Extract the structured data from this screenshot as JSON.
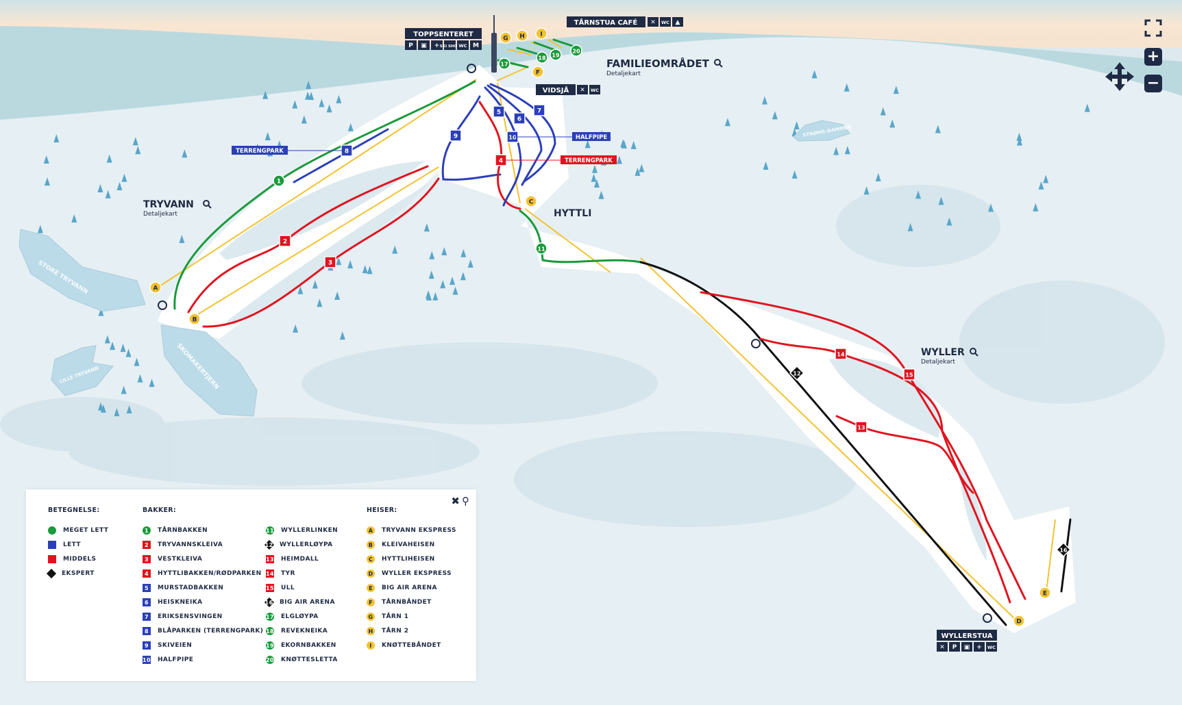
{
  "colors": {
    "green": "#1a9a3b",
    "blue": "#2b3fb8",
    "red": "#e0141f",
    "black": "#111111",
    "lift": "#f2c230",
    "navy": "#1f2a44"
  },
  "places": {
    "toppsenteret": {
      "name": "TOPPSENTERET",
      "icons": [
        "P",
        "bus",
        "+",
        "SKI SHOP",
        "WC",
        "M"
      ]
    },
    "tarnstua": {
      "name": "TÅRNSTUA CAFÉ",
      "icons": [
        "restaurant",
        "WC",
        "tent"
      ]
    },
    "vidsja": {
      "name": "VIDSJÅ",
      "icons": [
        "restaurant",
        "WC"
      ]
    },
    "familieomradet": {
      "name": "FAMILIEOMRÅDET",
      "sub": "Detaljekart"
    },
    "tryvann": {
      "name": "TRYVANN",
      "sub": "Detaljekart"
    },
    "hyttli": {
      "name": "HYTTLI"
    },
    "wyller": {
      "name": "WYLLER",
      "sub": "Detaljekart"
    },
    "wyllerstua": {
      "name": "WYLLERSTUA",
      "icons": [
        "restaurant",
        "P",
        "bus",
        "+",
        "WC"
      ]
    },
    "terrengpark_blue": "TERRENGPARK",
    "terrengpark_red": "TERRENGPARK",
    "halfpipe": "HALFPIPE"
  },
  "lakes": {
    "store_tryvann": "STORE TRYVANN",
    "skomakertjern": "SKOMAKERTJERN",
    "lille_tryvann": "LILLE TRYVANN",
    "stromsdammen": "STRØMS-DAMMEN"
  },
  "legend": {
    "difficulty_title": "BETEGNELSE:",
    "slopes_title": "BAKKER:",
    "lifts_title": "HEISER:",
    "difficulty": [
      {
        "label": "MEGET LETT",
        "level": "green"
      },
      {
        "label": "LETT",
        "level": "blue"
      },
      {
        "label": "MIDDELS",
        "level": "red"
      },
      {
        "label": "EKSPERT",
        "level": "black"
      }
    ],
    "slopes": [
      {
        "num": "1",
        "name": "TÅRNBAKKEN",
        "level": "green"
      },
      {
        "num": "2",
        "name": "TRYVANNSKLEIVA",
        "level": "red"
      },
      {
        "num": "3",
        "name": "VESTKLEIVA",
        "level": "red"
      },
      {
        "num": "4",
        "name": "HYTTLIBAKKEN/RØDPARKEN",
        "level": "red"
      },
      {
        "num": "5",
        "name": "MURSTADBAKKEN",
        "level": "blue"
      },
      {
        "num": "6",
        "name": "HEISKNEIKA",
        "level": "blue"
      },
      {
        "num": "7",
        "name": "ERIKSENSVINGEN",
        "level": "blue"
      },
      {
        "num": "8",
        "name": "BLÅPARKEN (TERRENGPARK)",
        "level": "blue"
      },
      {
        "num": "9",
        "name": "SKIVEIEN",
        "level": "blue"
      },
      {
        "num": "10",
        "name": "HALFPIPE",
        "level": "blue"
      },
      {
        "num": "11",
        "name": "WYLLERLINKEN",
        "level": "green"
      },
      {
        "num": "12",
        "name": "WYLLERLØYPA",
        "level": "black"
      },
      {
        "num": "13",
        "name": "HEIMDALL",
        "level": "red"
      },
      {
        "num": "14",
        "name": "TYR",
        "level": "red"
      },
      {
        "num": "15",
        "name": "ULL",
        "level": "red"
      },
      {
        "num": "16",
        "name": "BIG AIR ARENA",
        "level": "black"
      },
      {
        "num": "17",
        "name": "ELGLØYPA",
        "level": "green"
      },
      {
        "num": "18",
        "name": "REVEKNEIKA",
        "level": "green"
      },
      {
        "num": "19",
        "name": "EKORNBAKKEN",
        "level": "green"
      },
      {
        "num": "20",
        "name": "KNØTTESLETTA",
        "level": "green"
      }
    ],
    "lifts": [
      {
        "letter": "A",
        "name": "TRYVANN EKSPRESS"
      },
      {
        "letter": "B",
        "name": "KLEIVAHEISEN"
      },
      {
        "letter": "C",
        "name": "HYTTLIHEISEN"
      },
      {
        "letter": "D",
        "name": "WYLLER EKSPRESS"
      },
      {
        "letter": "E",
        "name": "BIG AIR ARENA"
      },
      {
        "letter": "F",
        "name": "TÅRNBÅNDET"
      },
      {
        "letter": "G",
        "name": "TÅRN 1"
      },
      {
        "letter": "H",
        "name": "TÅRN 2"
      },
      {
        "letter": "I",
        "name": "KNØTTEBÅNDET"
      }
    ]
  },
  "controls": {
    "zoom_in": "+",
    "zoom_out": "−"
  }
}
